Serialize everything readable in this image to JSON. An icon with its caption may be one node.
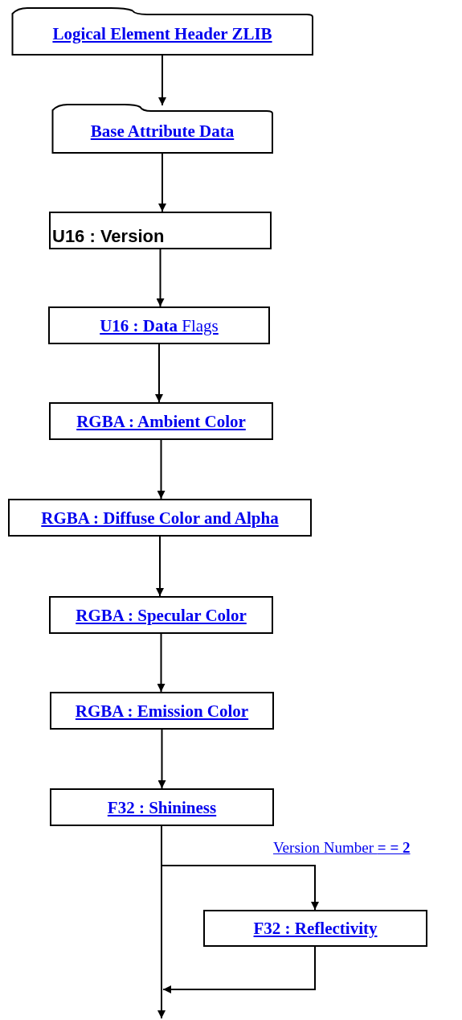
{
  "diagram": {
    "nodes": [
      {
        "text": [
          "Logical Element Header ZLIB"
        ]
      },
      {
        "text": [
          "Base Attribute Data"
        ]
      },
      {
        "text": [
          "U16 : Version"
        ]
      },
      {
        "text": [
          "**U16 : Data** Flags"
        ]
      },
      {
        "text": [
          "RGBA : Ambient Color"
        ]
      },
      {
        "text": [
          "RGBA : Diffuse Color and Alpha"
        ]
      },
      {
        "text": [
          "RGBA : Specular Color"
        ]
      },
      {
        "text": [
          "RGBA : Emission Color"
        ]
      },
      {
        "text": [
          "F32 : Shininess"
        ]
      },
      {
        "text": [
          "F32 : Reflectivity"
        ]
      }
    ],
    "edges": [
      {
        "from": 0,
        "to": 1,
        "arrow": "to"
      },
      {
        "from": 1,
        "to": 2,
        "arrow": "to"
      },
      {
        "from": 2,
        "to": 3,
        "arrow": "to"
      },
      {
        "from": 3,
        "to": 4,
        "arrow": "to"
      },
      {
        "from": 4,
        "to": 5,
        "arrow": "to"
      },
      {
        "from": 5,
        "to": 6,
        "arrow": "to"
      },
      {
        "from": 6,
        "to": 7,
        "arrow": "to"
      },
      {
        "from": 7,
        "to": 8,
        "arrow": "to"
      },
      {
        "from": 8,
        "to": 9,
        "arrow": "to",
        "label": "Version Number **= = 2**"
      },
      {
        "from": 8,
        "to": null,
        "arrow": "to"
      },
      {
        "from": 9,
        "to": null,
        "arrow": "to"
      }
    ]
  }
}
